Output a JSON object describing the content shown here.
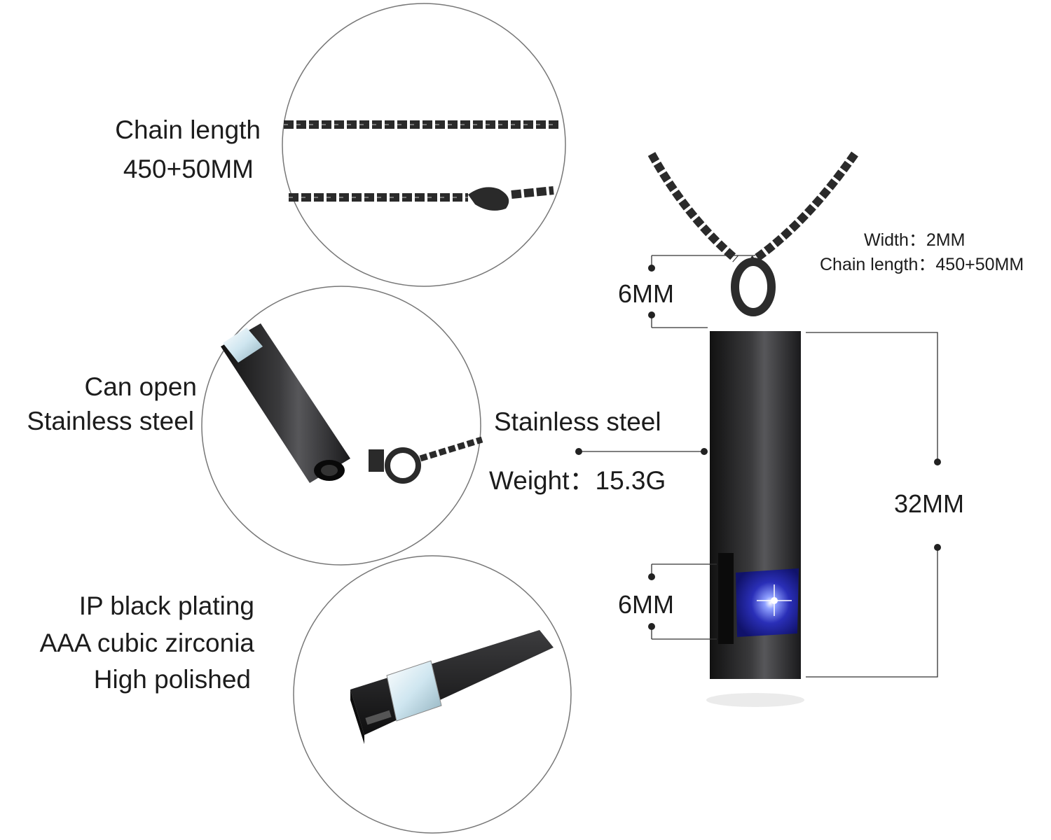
{
  "callouts": {
    "chain": {
      "line1": "Chain length",
      "line2": "450+50MM"
    },
    "open": {
      "line1": "Can open",
      "line2": "Stainless steel"
    },
    "finish": {
      "line1": "IP black plating",
      "line2": "AAA cubic zirconia",
      "line3": "High polished"
    }
  },
  "specs": {
    "width": "Width：2MM",
    "chain_length": "Chain length：450+50MM",
    "material": "Stainless steel",
    "weight": "Weight：15.3G"
  },
  "dimensions": {
    "bail": "6MM",
    "stone": "6MM",
    "body": "32MM"
  },
  "colors": {
    "metal": "#2b2b2d",
    "stone_blue": "#2a2fb8",
    "stone_clear": "#cfe6f0"
  }
}
